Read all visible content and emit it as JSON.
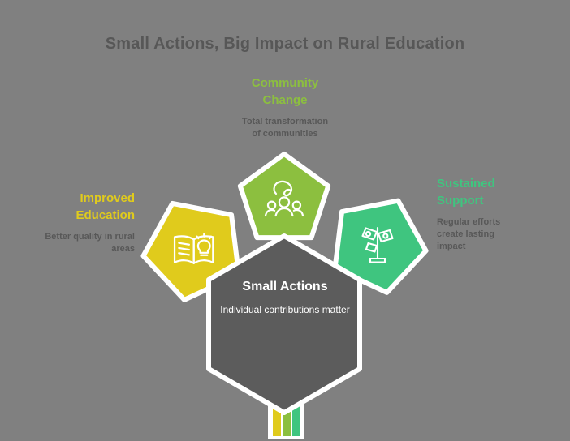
{
  "page": {
    "background_color": "#808080",
    "title": "Small Actions, Big Impact on Rural Education",
    "title_color": "#575757"
  },
  "center": {
    "shape": "hexagon",
    "fill_color": "#5C5C5C",
    "border_color": "#FFFFFF",
    "title": "Small Actions",
    "subtitle": "Individual contributions matter"
  },
  "nodes": [
    {
      "id": "community-change",
      "heading": "Community",
      "heading_line2": "Change",
      "heading_full": "Community Change",
      "description": "Total transformation of communities",
      "description_line1": "Total transformation",
      "description_line2": "of communities",
      "color": "#8CBF3F",
      "icon": "community-group-icon",
      "shape": "pentagon",
      "rotation": "0"
    },
    {
      "id": "improved-education",
      "heading": "Improved",
      "heading_line2": "Education",
      "heading_full": "Improved Education",
      "description": "Better quality in rural areas",
      "description_line1": "Better quality in rural",
      "description_line2": "areas",
      "color": "#E0CB1C",
      "icon": "book-lightbulb-icon",
      "shape": "pentagon",
      "rotation": "-25"
    },
    {
      "id": "sustained-support",
      "heading": "Sustained",
      "heading_line2": "Support",
      "heading_full": "Sustained Support",
      "description": "Regular efforts create lasting impact",
      "description_line1": "Regular efforts",
      "description_line2": "create lasting",
      "description_line3": "impact",
      "color": "#3FC57F",
      "icon": "money-plant-icon",
      "shape": "pentagon",
      "rotation": "25"
    }
  ],
  "stem": {
    "name": "color-stripe-stem",
    "stripes": [
      {
        "color": "#E0CB1C"
      },
      {
        "color": "#8CBF3F"
      },
      {
        "color": "#3FC57F"
      }
    ]
  }
}
